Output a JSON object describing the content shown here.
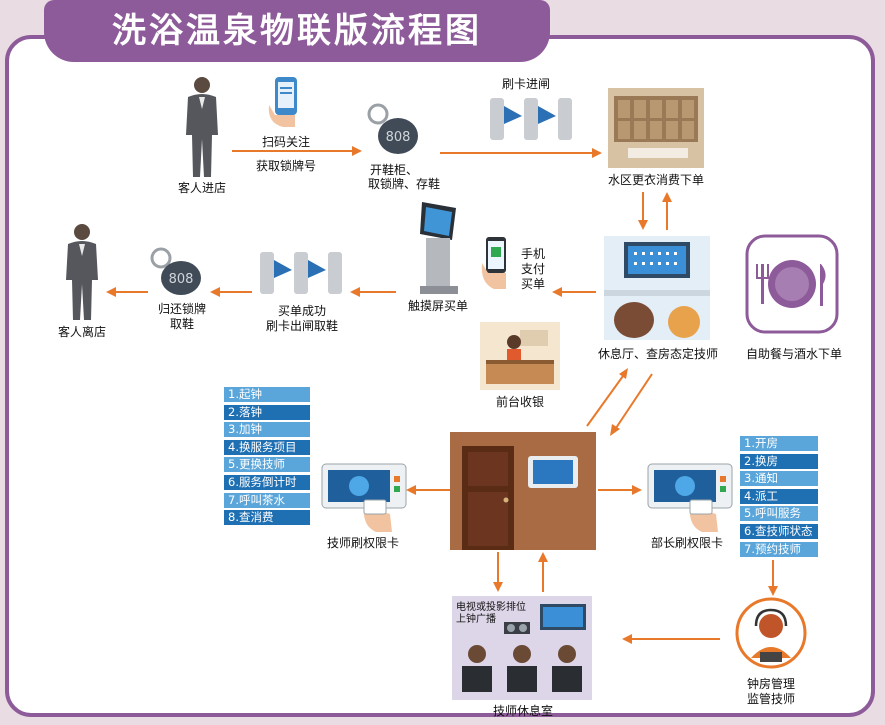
{
  "title": "洗浴温泉物联版流程图",
  "nodes": {
    "guest_in": "客人进店",
    "scan_follow": "扫码关注",
    "get_lock_no": "获取锁牌号",
    "open_cabinet_1": "开鞋柜、",
    "open_cabinet_2": "取锁牌、存鞋",
    "swipe_gate": "刷卡进闸",
    "water_area": "水区更衣消费下单",
    "lounge": "休息厅、查房态定技师",
    "buffet": "自助餐与酒水下单",
    "mobile_pay_1": "手机",
    "mobile_pay_2": "支付",
    "mobile_pay_3": "买单",
    "touch_screen": "触摸屏买单",
    "checkout_1": "买单成功",
    "checkout_2": "刷卡出闸取鞋",
    "return_1": "归还锁牌",
    "return_2": "取鞋",
    "guest_out": "客人离店",
    "front_desk": "前台收银",
    "tech_card": "技师刷权限卡",
    "manager_card": "部长刷权限卡",
    "tech_lounge": "技师休息室",
    "tv_1": "电视或投影排位",
    "tv_2": "上钟广播",
    "bell_1": "钟房管理",
    "bell_2": "监管技师",
    "tag_number": "808"
  },
  "tech_list": [
    "1.起钟",
    "2.落钟",
    "3.加钟",
    "4.换服务项目",
    "5.更换技师",
    "6.服务倒计时",
    "7.呼叫茶水",
    "8.查消费"
  ],
  "manager_list": [
    "1.开房",
    "2.换房",
    "3.通知",
    "4.派工",
    "5.呼叫服务",
    "6.查技师状态",
    "7.预约技师"
  ],
  "colors": {
    "frame": "#8e5b9a",
    "arrow": "#e8792b",
    "list_light": "#5aa5d9",
    "list_dark": "#1f6fb3"
  }
}
